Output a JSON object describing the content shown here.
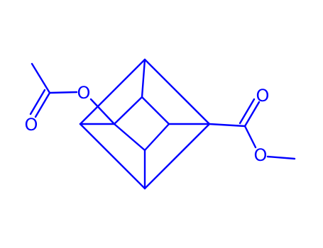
{
  "molecule": {
    "atoms": {
      "o_ether_left": "O",
      "o_carbonyl_left": "O",
      "o_carbonyl_right": "O",
      "o_ester_right": "O"
    },
    "colors": {
      "bond": "#0000FF",
      "label": "#0000FF",
      "background": "#FFFFFF"
    }
  }
}
